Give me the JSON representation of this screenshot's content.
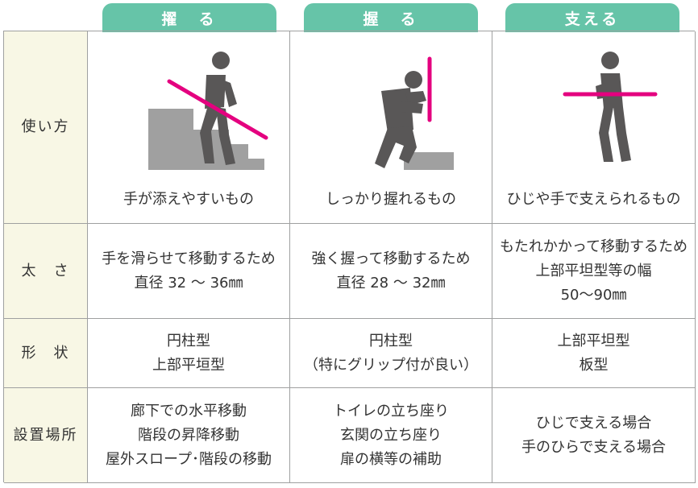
{
  "tabs": [
    "擢　る",
    "握　る",
    "支える"
  ],
  "row_headers": [
    "使い方",
    "太　さ",
    "形　状",
    "設置場所"
  ],
  "usage_captions": [
    "手が添えやすいもの",
    "しっかり握れるもの",
    "ひじや手で支えられるもの"
  ],
  "thickness": [
    [
      "手を滑らせて移動するため",
      "直径 32 ～ 36㎜"
    ],
    [
      "強く握って移動するため",
      "直径 28 ～ 32㎜"
    ],
    [
      "もたれかかって移動するため",
      "上部平坦型等の幅",
      "50～90㎜"
    ]
  ],
  "shape": [
    [
      "円柱型",
      "上部平垣型"
    ],
    [
      "円柱型",
      "（特にグリップ付が良い）"
    ],
    [
      "上部平坦型",
      "板型"
    ]
  ],
  "location": [
    [
      "廊下での水平移動",
      "階段の昇降移動",
      "屋外スロープ･階段の移動"
    ],
    [
      "トイレの立ち座り",
      "玄関の立ち座り",
      "扉の横等の補助"
    ],
    [
      "ひじで支える場合",
      "手のひらで支える場合"
    ]
  ],
  "colors": {
    "tab": "#66c4a8",
    "header_bg": "#f8f7e5",
    "rail": "#e4007f",
    "figure": "#595757",
    "stair": "#a0a0a0"
  },
  "icons": [
    "stairs-rail-figure-icon",
    "vertical-grip-figure-icon",
    "horizontal-support-figure-icon"
  ]
}
